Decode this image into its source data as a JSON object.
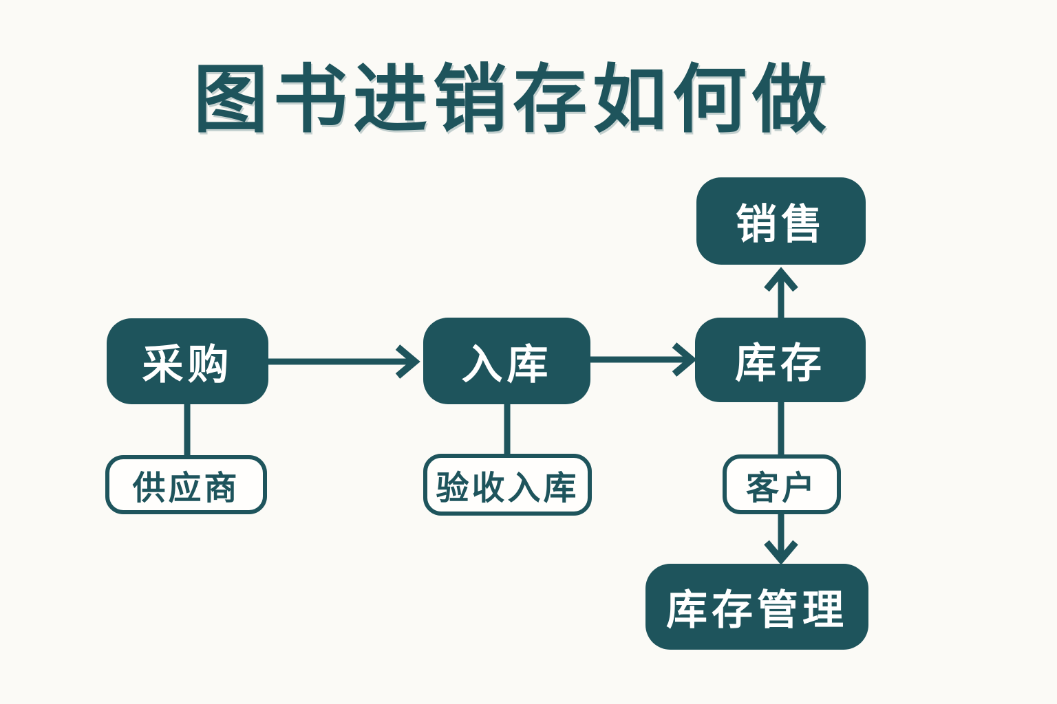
{
  "title": "图书进销存如何做",
  "colors": {
    "background": "#fbfaf6",
    "node_fill": "#1e545c",
    "node_text": "#ffffff",
    "secondary_fill": "#fffefc",
    "secondary_text": "#1e545c",
    "connector": "#1e545c"
  },
  "nodes": {
    "caigou": {
      "label": "采购",
      "type": "primary"
    },
    "ruku": {
      "label": "入库",
      "type": "primary"
    },
    "kucun": {
      "label": "库存",
      "type": "primary"
    },
    "xiaoshou": {
      "label": "销售",
      "type": "primary"
    },
    "kucunguanli": {
      "label": "库存管理",
      "type": "primary"
    },
    "gongyingshang": {
      "label": "供应商",
      "type": "secondary"
    },
    "yanshouruku": {
      "label": "验收入库",
      "type": "secondary"
    },
    "kehu": {
      "label": "客户",
      "type": "secondary"
    }
  },
  "edges": [
    {
      "from": "采购",
      "to": "入库",
      "style": "arrow",
      "direction": "right"
    },
    {
      "from": "入库",
      "to": "库存",
      "style": "arrow",
      "direction": "right"
    },
    {
      "from": "库存",
      "to": "销售",
      "style": "arrow",
      "direction": "up"
    },
    {
      "from": "采购",
      "to": "供应商",
      "style": "line",
      "direction": "down"
    },
    {
      "from": "入库",
      "to": "验收入库",
      "style": "line",
      "direction": "down"
    },
    {
      "from": "库存",
      "to": "客户",
      "style": "line",
      "direction": "down"
    },
    {
      "from": "客户",
      "to": "库存管理",
      "style": "arrow",
      "direction": "down"
    }
  ]
}
